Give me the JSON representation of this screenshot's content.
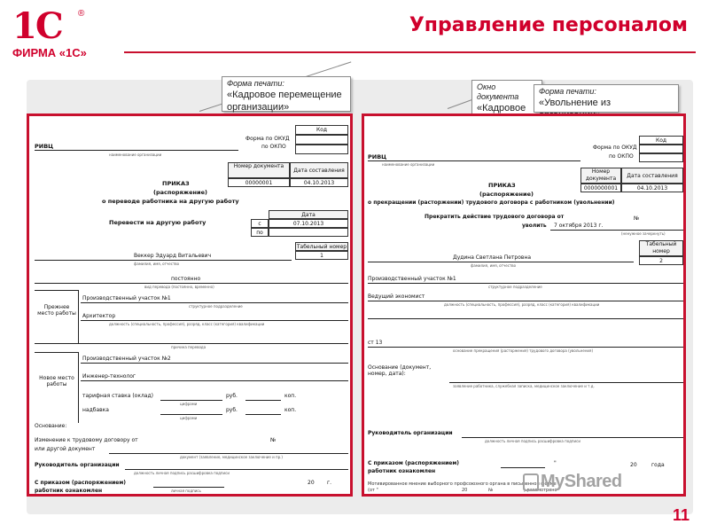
{
  "slide": {
    "logo_mark": "1С",
    "logo_reg": "®",
    "logo_text": "ФИРМА «1С»",
    "title": "Управление персоналом",
    "page_number": "11",
    "watermark": "MyShared"
  },
  "callouts": {
    "kadr_caption": "Форма печати:",
    "kadr_body": "«Кадровое перемещение организации»",
    "okno_caption": "Окно документа",
    "okno_body": "«Кадровое организации»",
    "uvol_caption": "Форма печати:",
    "uvol_body": "«Увольнение из организации»"
  },
  "doc1": {
    "org": "РИВЦ",
    "org_caption": "наименование организации",
    "okud": "Форма по ОКУД",
    "okpo": "по ОКПО",
    "code_header": "Код",
    "num_header": "Номер документа",
    "date_header": "Дата составления",
    "num_value": "00000001",
    "date_value": "04.10.2013",
    "title1": "ПРИКАЗ",
    "title2": "(распоряжение)",
    "title3": "о переводе работника на другую работу",
    "transfer_label": "Перевести на другую работу",
    "date_col": "Дата",
    "from_label": "с",
    "from_value": "07.10.2013",
    "to_label": "по",
    "tab_header": "Табельный номер",
    "employee": "Веккер Эдуард Витальевич",
    "employee_tab": "1",
    "fio_caption": "фамилия, имя, отчество",
    "kind": "постоянно",
    "kind_caption": "вид перевода (постоянно, временно)",
    "prev_label": "Прежнее место работы",
    "prev_unit": "Производственный участок №1",
    "unit_caption": "структурное подразделение",
    "prev_pos": "Архитектор",
    "pos_caption": "должность (специальность, профессия), разряд, класс (категория) квалификации",
    "reason_caption": "причина перевода",
    "new_label": "Новое место работы",
    "new_unit": "Производственный участок №2",
    "new_pos": "Инженер-технолог",
    "salary_label": "тарифная ставка (оклад)",
    "rub": "руб.",
    "kop": "коп.",
    "bonus_label": "надбавка",
    "digits_caption": "цифрами",
    "basis_label": "Основание:",
    "change_label": "Изменение к трудовому договору от",
    "number_sign": "№",
    "other_doc": "или другой документ",
    "doc_caption": "документ (заявление, медицинское заключение и пр.)",
    "head_label": "Руководитель организации",
    "sign_caps": "должность          личная подпись          расшифровка подписи",
    "ack_label1": "С приказом (распоряжением)",
    "ack_label2": "работник ознакомлен",
    "sign_caption": "личная подпись",
    "year_suffix": "20",
    "year_g": "г."
  },
  "doc2": {
    "org": "РИВЦ",
    "org_caption": "наименование организации",
    "okud": "Форма по ОКУД",
    "okpo": "по ОКПО",
    "code_header": "Код",
    "num_header": "Номер документа",
    "date_header": "Дата составления",
    "num_value": "0000000001",
    "date_value": "04.10.2013",
    "title1": "ПРИКАЗ",
    "title2": "(распоряжение)",
    "title3": "о прекращении (расторжении) трудового договора с работником (увольнении)",
    "stop_label": "Прекратить действие трудового договора от",
    "number_sign": "№",
    "dismiss_label": "уволить",
    "dismiss_date": "7 октября 2013 г.",
    "cross_caption": "(ненужное зачеркнуть)",
    "tab_header": "Табельный номер",
    "employee": "Дудина Светлана Петровна",
    "employee_tab": "2",
    "fio_caption": "фамилия, имя, отчество",
    "unit": "Производственный участок №1",
    "unit_caption": "структурное подразделение",
    "position": "Ведущий экономист",
    "pos_caption": "должность (специальность, профессия), разряд, класс (категория) квалификации",
    "article": "ст 13",
    "article_caption": "основание прекращения (расторжения) трудового договора (увольнения)",
    "basis_label": "Основание (документ, номер, дата):",
    "basis_caption": "заявление работника, служебная записка, медицинское заключение и т.д.",
    "head_label": "Руководитель организации",
    "sign_caps": "должность          личная подпись          расшифровка подписи",
    "ack_label1": "С приказом (распоряжением)",
    "ack_label2": "работник ознакомлен",
    "quote": "\"",
    "year_suffix": "20",
    "year_g": "года",
    "motive": "Мотивированное мнение выборного профсоюзного органа в письменной форме",
    "motive_from": "(от \"",
    "motive_tail": "20",
    "motive_no": "№",
    "motive_end": ") рассмотрено"
  }
}
